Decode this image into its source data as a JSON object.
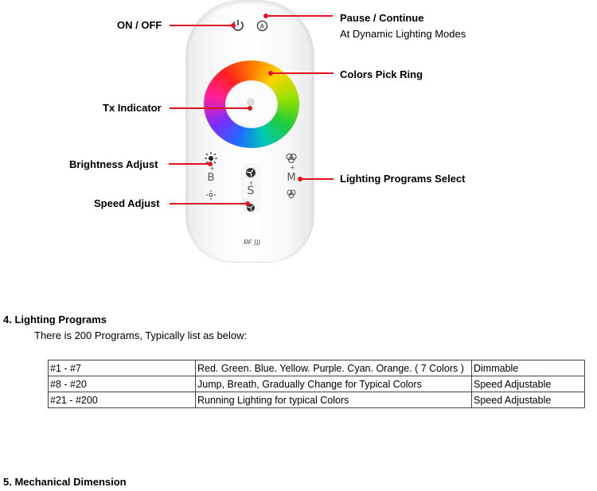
{
  "callouts": {
    "on_off": "ON / OFF",
    "pause": "Pause / Continue",
    "pause_sub": "At Dynamic Lighting Modes",
    "colors_ring": "Colors Pick Ring",
    "tx_indicator": "Tx Indicator",
    "brightness": "Brightness  Adjust",
    "lighting_programs": "Lighting Programs Select",
    "speed": "Speed Adjust"
  },
  "remote": {
    "b_key": "B",
    "s_key": "S",
    "m_key": "M",
    "rf_logo": "RF"
  },
  "section4": {
    "title": "4.  Lighting Programs",
    "intro": "There is 200 Programs, Typically list as below:",
    "rows": [
      [
        "#1 - #7",
        "Red. Green. Blue. Yellow. Purple. Cyan. Orange. ( 7 Colors )",
        "Dimmable"
      ],
      [
        "#8 - #20",
        "Jump, Breath, Gradually Change for Typical Colors",
        "Speed Adjustable"
      ],
      [
        "#21 - #200",
        "Running Lighting for typical Colors",
        "Speed Adjustable"
      ]
    ]
  },
  "section5": {
    "title": "5.  Mechanical Dimension"
  },
  "colors": {
    "callout_red": "#e0141e"
  }
}
